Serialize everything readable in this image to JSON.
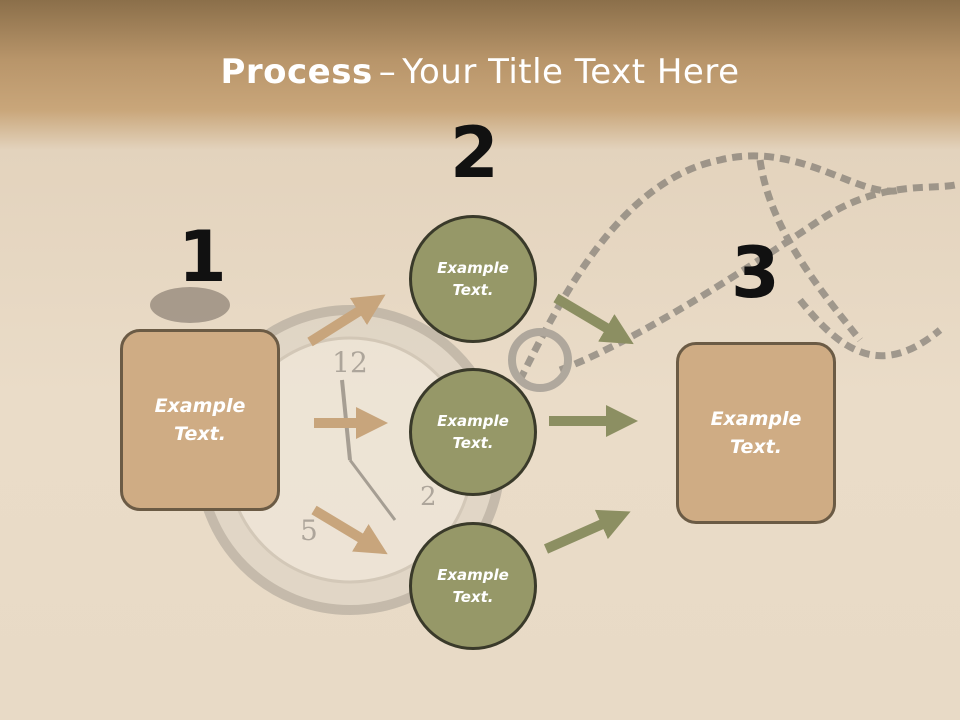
{
  "title": {
    "bold": "Process",
    "separator": "–",
    "rest": "Your Title Text Here"
  },
  "steps": [
    "1",
    "2",
    "3"
  ],
  "left_box": {
    "label": "Example\nText."
  },
  "right_box": {
    "label": "Example\nText."
  },
  "circles": [
    {
      "label": "Example\nText."
    },
    {
      "label": "Example\nText."
    },
    {
      "label": "Example\nText."
    }
  ],
  "colors": {
    "box_fill": "#cfac84",
    "circle_fill": "#969868",
    "arrow_tan": "#c8a57c",
    "arrow_olive": "#8c8f62"
  }
}
